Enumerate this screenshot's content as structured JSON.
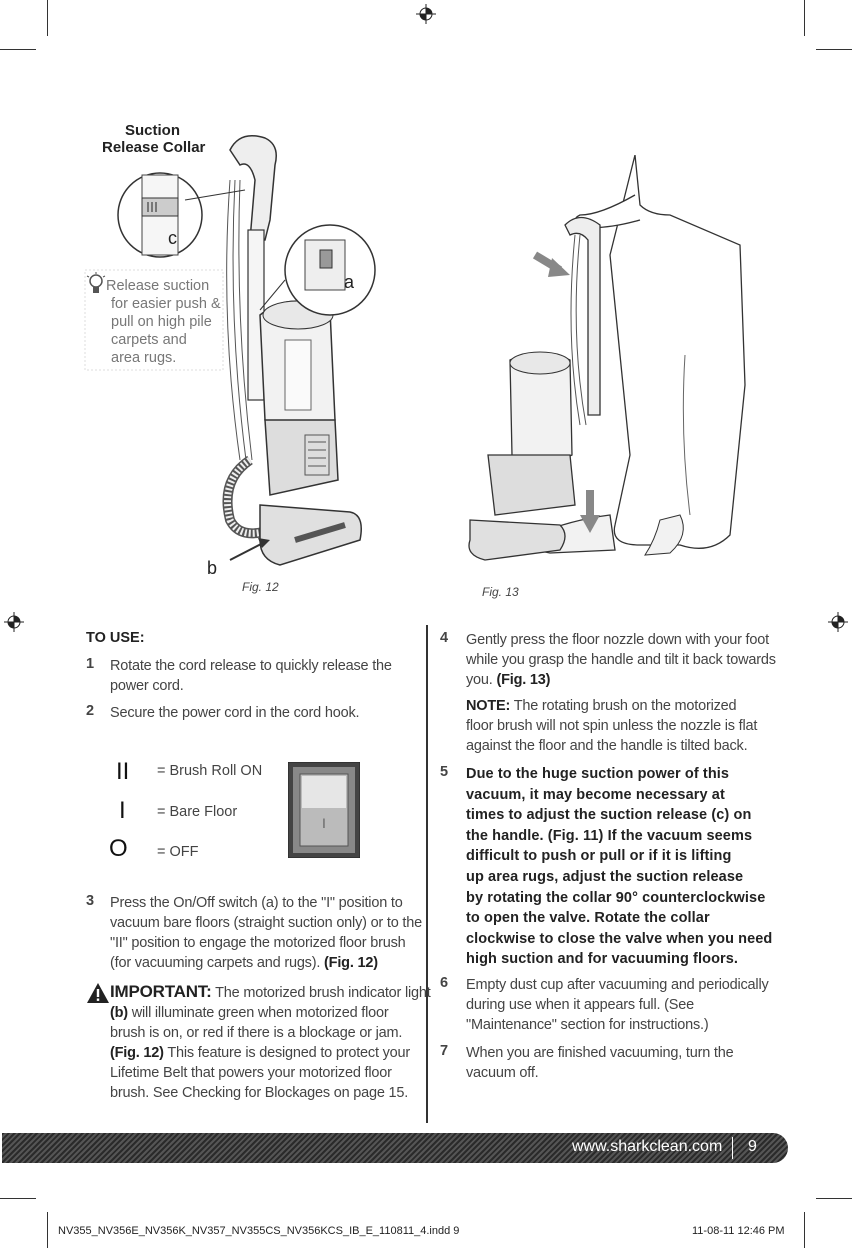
{
  "figures": {
    "fig12": {
      "caption": "Fig. 12",
      "callout_title_1": "Suction",
      "callout_title_2": "Release Collar",
      "label_c": "c",
      "label_a": "a",
      "label_b": "b",
      "tip_lines": [
        "Release suction",
        "for easier push &",
        "pull on high pile",
        "carpets and",
        "area rugs."
      ]
    },
    "fig13": {
      "caption": "Fig. 13"
    }
  },
  "left_column": {
    "heading": "TO USE:",
    "step1": {
      "num": "1",
      "lines": [
        "Rotate the cord release to quickly release the",
        "power cord."
      ]
    },
    "step2": {
      "num": "2",
      "text": "Secure the power cord in the cord hook."
    },
    "switch_legend": [
      {
        "symbol": "II",
        "text": "= Brush Roll ON"
      },
      {
        "symbol": "I",
        "text": "= Bare Floor"
      },
      {
        "symbol": "O",
        "text": "= OFF"
      }
    ],
    "step3": {
      "num": "3",
      "lines": [
        "Press the On/Off switch (a) to the \"I\" position to",
        "vacuum bare floors (straight suction only) or to the",
        "\"II\" position to engage the motorized floor brush",
        "(for vacuuming carpets and rugs)."
      ],
      "ref": "(Fig. 12)"
    },
    "important": {
      "label": "IMPORTANT:",
      "line1": "The motorized brush indicator light",
      "line2_bold": "(b)",
      "line2": " will illuminate green when motorized floor",
      "line3": "brush is on, or red if there is a blockage or jam.",
      "line4_bold": "(Fig. 12)",
      "line4": " This feature is designed to protect your",
      "line5": "Lifetime Belt that powers your motorized floor",
      "line6": "brush. See Checking for Blockages on page 15."
    }
  },
  "right_column": {
    "step4": {
      "num": "4",
      "lines": [
        "Gently press the floor nozzle down with your foot",
        "while you grasp the handle and tilt it back towards",
        "you."
      ],
      "ref": "(Fig. 13)"
    },
    "note": {
      "label": "NOTE:",
      "line1": "The rotating brush on the motorized",
      "line2": "floor brush will not spin unless the nozzle is flat",
      "line3": "against the floor and the handle is tilted back."
    },
    "step5": {
      "num": "5",
      "lines": [
        "Due to the huge suction power of this",
        "vacuum, it may become necessary at",
        "times to adjust the suction release (c) on",
        "the handle. (Fig. 11) If the vacuum seems",
        "difficult to push or pull or if it is lifting",
        "up area rugs, adjust the suction release",
        "by rotating the collar 90° counterclockwise",
        "to open the valve. Rotate the collar",
        "clockwise to close the valve when you need",
        "high suction and for vacuuming floors."
      ]
    },
    "step6": {
      "num": "6",
      "lines": [
        "Empty dust cup after vacuuming and periodically",
        "during use when it appears full. (See",
        "\"Maintenance\" section for instructions.)"
      ]
    },
    "step7": {
      "num": "7",
      "lines": [
        "When you are finished vacuuming, turn the",
        "vacuum off."
      ]
    }
  },
  "footer": {
    "url": "www.sharkclean.com",
    "page": "9"
  },
  "slug": {
    "file": "NV355_NV356E_NV356K_NV357_NV355CS_NV356KCS_IB_E_110811_4.indd 9",
    "date": "11-08-11 12:46 PM"
  }
}
